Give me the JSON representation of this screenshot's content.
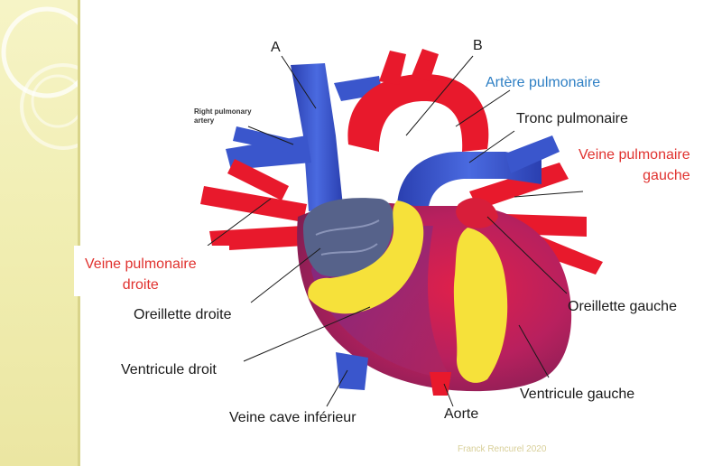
{
  "labels": {
    "a": "A",
    "b": "B",
    "right_pulmonary_artery_line1": "Right pulmonary",
    "right_pulmonary_artery_line2": "artery",
    "artere_pulmonaire": "Artère pulmonaire",
    "tronc_pulmonaire": "Tronc pulmonaire",
    "veine_pulmonaire_gauche_line1": "Veine pulmonaire",
    "veine_pulmonaire_gauche_line2": "gauche",
    "veine_pulmonaire_droite_line1": "Veine pulmonaire",
    "veine_pulmonaire_droite_line2": "droite",
    "oreillette_droite": "Oreillette droite",
    "oreillette_gauche": "Oreillette gauche",
    "ventricule_droit": "Ventricule droit",
    "ventricule_gauche": "Ventricule gauche",
    "veine_cave_inferieur": "Veine cave inférieur",
    "aorte": "Aorte"
  },
  "credit": "Franck Rencurel 2020",
  "colors": {
    "blue_label": "#2e7fc4",
    "red_label": "#e0322f",
    "vein_blue": "#3552c8",
    "artery_red": "#e8192c",
    "fat_yellow": "#f6e13a",
    "muscle_purple": "#a0246a"
  }
}
